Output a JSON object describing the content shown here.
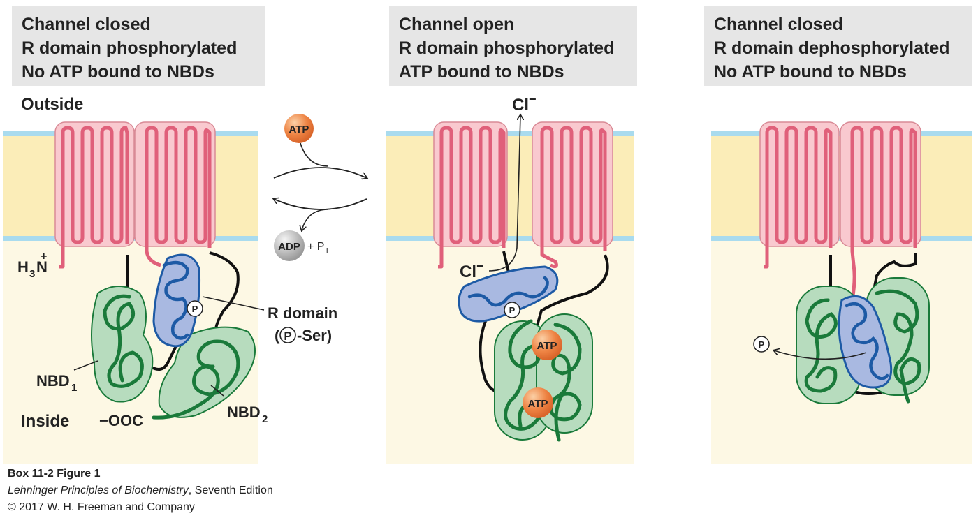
{
  "panels": [
    {
      "title": "Channel closed",
      "line2": "R domain phosphorylated",
      "line3": "No ATP bound to NBDs"
    },
    {
      "title": "Channel open",
      "line2": "R domain phosphorylated",
      "line3": "ATP bound to NBDs"
    },
    {
      "title": "Channel closed",
      "line2": "R domain dephosphorylated",
      "line3": "No ATP bound to NBDs"
    }
  ],
  "labels": {
    "outside": "Outside",
    "inside": "Inside",
    "amino_terminus_h": "H",
    "amino_terminus_sub": "3",
    "amino_terminus_n": "N",
    "amino_terminus_plus": "+",
    "carboxyl_terminus": "−OOC",
    "nbd1": "NBD",
    "nbd1_sub": "1",
    "nbd2": "NBD",
    "nbd2_sub": "2",
    "r_domain": "R domain",
    "r_domain_p": "P",
    "r_domain_ser": "-Ser)",
    "r_domain_open_paren": "(",
    "atp": "ATP",
    "adp_pi": "ADP",
    "plus_pi": "+ P",
    "pi_sub": "i",
    "chloride": "Cl",
    "chloride_charge": "−",
    "phosphate": "P"
  },
  "caption": {
    "figure": "Box 11-2 Figure 1",
    "book_title": "Lehninger Principles of Biochemistry",
    "edition": ", Seventh Edition",
    "copyright": "© 2017 W. H. Freeman and Company"
  },
  "colors": {
    "membrane_fill": "#fbedb8",
    "membrane_edge": "#a9dbee",
    "cytoplasm": "#fdf8e4",
    "tm_fill": "#f9c9cf",
    "tm_line": "#e0607a",
    "r_domain_fill": "#a9b9e1",
    "r_domain_line": "#1d5aa5",
    "nbd_fill": "#b7dcbe",
    "nbd_line": "#1a7a3a",
    "atp": "#ee8444",
    "adp": "#b8b8b8"
  }
}
